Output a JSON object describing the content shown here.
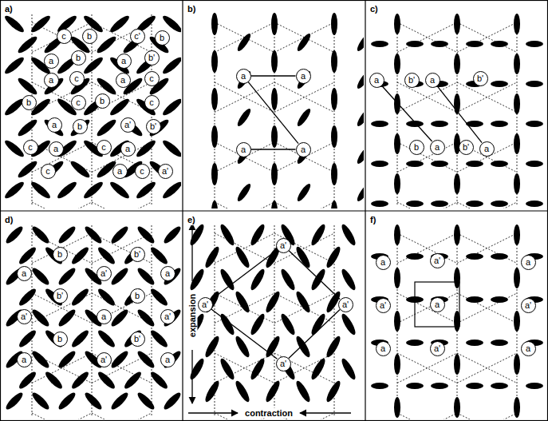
{
  "diagram": {
    "nodes": [
      {
        "text": [
          "c"
        ]
      },
      {
        "text": [
          "b"
        ]
      },
      {
        "text": [
          "c'"
        ]
      },
      {
        "text": [
          "b"
        ]
      },
      {
        "text": [
          "a"
        ]
      },
      {
        "text": [
          "b"
        ]
      },
      {
        "text": [
          "a"
        ]
      },
      {
        "text": [
          "b'"
        ]
      },
      {
        "text": [
          "a"
        ]
      },
      {
        "text": [
          "c"
        ]
      },
      {
        "text": [
          "a"
        ]
      },
      {
        "text": [
          "c"
        ]
      },
      {
        "text": [
          "b"
        ]
      },
      {
        "text": [
          "c"
        ]
      },
      {
        "text": [
          "b"
        ]
      },
      {
        "text": [
          "c"
        ]
      },
      {
        "text": [
          "a"
        ]
      },
      {
        "text": [
          "b"
        ]
      },
      {
        "text": [
          "a'"
        ]
      },
      {
        "text": [
          "b'"
        ]
      },
      {
        "text": [
          "c"
        ]
      },
      {
        "text": [
          "a"
        ]
      },
      {
        "text": [
          "c"
        ]
      },
      {
        "text": [
          "a"
        ]
      },
      {
        "text": [
          "c"
        ]
      },
      {
        "text": [
          "a"
        ]
      },
      {
        "text": [
          "c"
        ]
      },
      {
        "text": [
          "a'"
        ]
      },
      {
        "text": [
          "a"
        ]
      },
      {
        "text": [
          "a"
        ]
      },
      {
        "text": [
          "a"
        ]
      },
      {
        "text": [
          "a"
        ]
      },
      {
        "text": [
          "a"
        ]
      },
      {
        "text": [
          "b'"
        ]
      },
      {
        "text": [
          "a"
        ]
      },
      {
        "text": [
          "b'"
        ]
      },
      {
        "text": [
          "b"
        ]
      },
      {
        "text": [
          "a"
        ]
      },
      {
        "text": [
          "b'"
        ]
      },
      {
        "text": [
          "a"
        ]
      },
      {
        "text": [
          "b"
        ]
      },
      {
        "text": [
          "b'"
        ]
      },
      {
        "text": [
          "a"
        ]
      },
      {
        "text": [
          "a'"
        ]
      },
      {
        "text": [
          "a"
        ]
      },
      {
        "text": [
          "b'"
        ]
      },
      {
        "text": [
          "b"
        ]
      },
      {
        "text": [
          "a'"
        ]
      },
      {
        "text": [
          "a"
        ]
      },
      {
        "text": [
          "a'"
        ]
      },
      {
        "text": [
          "b"
        ]
      },
      {
        "text": [
          "b'"
        ]
      },
      {
        "text": [
          "a"
        ]
      },
      {
        "text": [
          "a'"
        ]
      },
      {
        "text": [
          "a"
        ]
      },
      {
        "text": [
          "a'"
        ]
      },
      {
        "text": [
          "a'"
        ]
      },
      {
        "text": [
          "a'"
        ]
      },
      {
        "text": [
          "a'"
        ]
      },
      {
        "text": [
          "a"
        ]
      },
      {
        "text": [
          "a'"
        ]
      },
      {
        "text": [
          "a"
        ]
      },
      {
        "text": [
          "a'"
        ]
      },
      {
        "text": [
          "a"
        ]
      },
      {
        "text": [
          "a'"
        ]
      },
      {
        "text": [
          "a"
        ]
      },
      {
        "text": [
          "a'"
        ]
      },
      {
        "text": [
          "a"
        ]
      }
    ],
    "edges": [
      {
        "from": 28,
        "to": 29,
        "arrow": "none"
      },
      {
        "from": 28,
        "to": 31,
        "arrow": "none"
      },
      {
        "from": 30,
        "to": 31,
        "arrow": "none"
      },
      {
        "from": 32,
        "to": 37,
        "arrow": "none"
      },
      {
        "from": 34,
        "to": 39,
        "arrow": "none"
      },
      {
        "from": 55,
        "to": 56,
        "arrow": "none"
      },
      {
        "from": 55,
        "to": 57,
        "arrow": "none"
      },
      {
        "from": 56,
        "to": 58,
        "arrow": "none"
      },
      {
        "from": 57,
        "to": 58,
        "arrow": "none"
      }
    ],
    "labels": [
      "a)",
      "b)",
      "c)",
      "d)",
      "e)",
      "f)",
      "expansion",
      "contraction"
    ]
  }
}
